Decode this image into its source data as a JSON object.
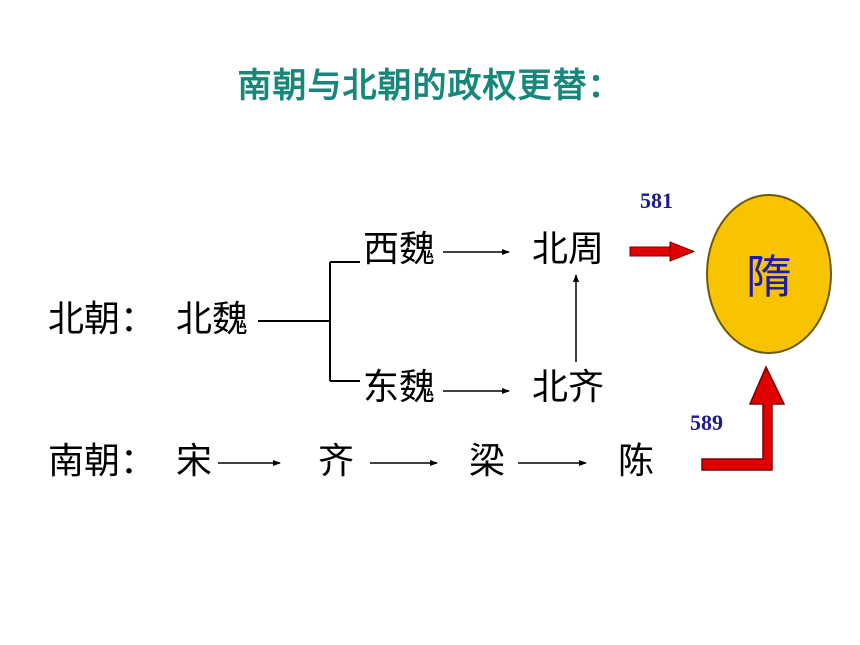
{
  "title": "南朝与北朝的政权更替：",
  "north": {
    "label": "北朝",
    "colon": "：",
    "root": "北魏",
    "west": "西魏",
    "east": "东魏",
    "north_zhou": "北周",
    "north_qi": "北齐"
  },
  "south": {
    "label": "南朝",
    "colon": "：",
    "dynasties": [
      "宋",
      "齐",
      "梁",
      "陈"
    ]
  },
  "target": "隋",
  "years": {
    "north": "581",
    "south": "589"
  },
  "colors": {
    "title": "#16877a",
    "arrow": "#e00000",
    "circle": "#f8c300",
    "circle_text": "#1b1bb0",
    "year": "#1a1a8c"
  }
}
